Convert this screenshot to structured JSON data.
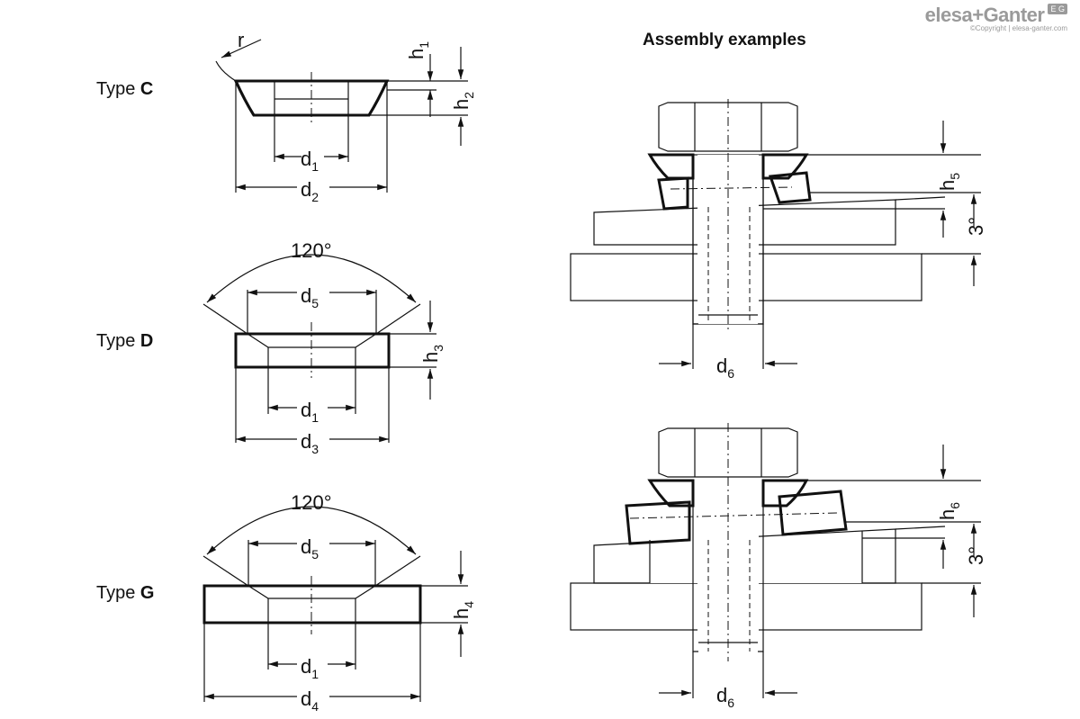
{
  "logo": {
    "brand": "elesa+Ganter",
    "badge": "E G",
    "copyright": "©Copyright | elesa-ganter.com"
  },
  "types": {
    "c": {
      "prefix": "Type ",
      "letter": "C"
    },
    "d": {
      "prefix": "Type ",
      "letter": "D"
    },
    "g": {
      "prefix": "Type ",
      "letter": "G"
    }
  },
  "assembly_title": "Assembly examples",
  "dims": {
    "r": "r",
    "d": "d",
    "h": "h",
    "sub1": "1",
    "sub2": "2",
    "sub3": "3",
    "sub4": "4",
    "sub5": "5",
    "sub6": "6",
    "angle": "120°",
    "tilt": "3°"
  }
}
